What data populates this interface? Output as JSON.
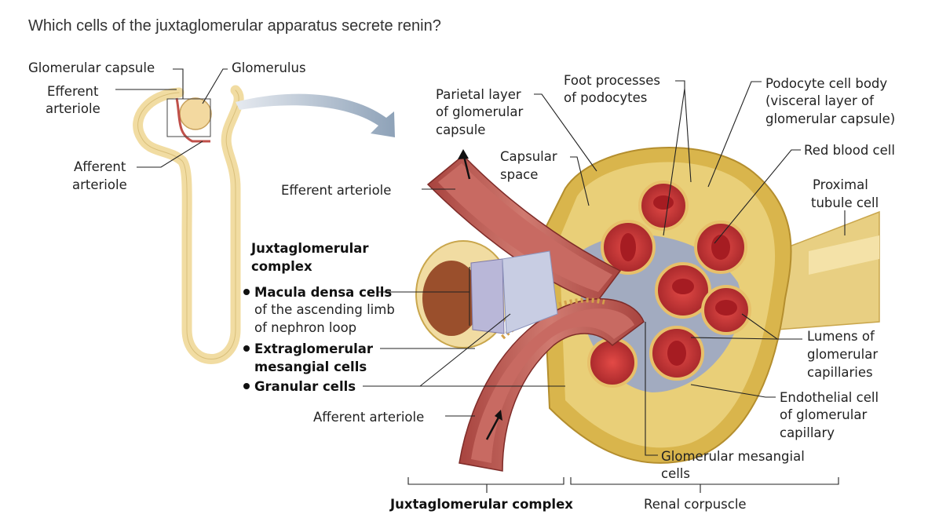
{
  "question": "Which cells of the juxtaglomerular apparatus secrete renin?",
  "diagram": {
    "nephron_labels": {
      "glomerular_capsule": "Glomerular capsule",
      "glomerulus": "Glomerulus",
      "efferent_arteriole_1": "Efferent",
      "efferent_arteriole_2": "arteriole",
      "afferent_arteriole_1": "Afferent",
      "afferent_arteriole_2": "arteriole"
    },
    "detail_labels": {
      "parietal_1": "Parietal layer",
      "parietal_2": "of glomerular",
      "parietal_3": "capsule",
      "foot_1": "Foot processes",
      "foot_2": "of podocytes",
      "podocyte_1": "Podocyte cell body",
      "podocyte_2": "(visceral layer of",
      "podocyte_3": "glomerular capsule)",
      "capsular_1": "Capsular",
      "capsular_2": "space",
      "rbc": "Red blood cell",
      "proximal_1": "Proximal",
      "proximal_2": "tubule cell",
      "efferent": "Efferent arteriole",
      "jg_complex_1": "Juxtaglomerular",
      "jg_complex_2": "complex",
      "macula_1": "Macula densa cells",
      "macula_2": "of the ascending limb",
      "macula_3": "of nephron loop",
      "extra_1": "Extraglomerular",
      "extra_2": "mesangial cells",
      "granular": "Granular cells",
      "lumens_1": "Lumens of",
      "lumens_2": "glomerular",
      "lumens_3": "capillaries",
      "endo_1": "Endothelial cell",
      "endo_2": "of glomerular",
      "endo_3": "capillary",
      "afferent": "Afferent arteriole",
      "mesangial_1": "Glomerular mesangial",
      "mesangial_2": "cells",
      "bracket_jg": "Juxtaglomerular complex",
      "bracket_rc": "Renal corpuscle"
    },
    "colors": {
      "capsule_yellow": "#e0bc4a",
      "arteriole_red": "#b5524c",
      "capillary_red": "#c9403e",
      "mesangial_blue": "#9aa6c8",
      "tubule_cream": "#f1dca2"
    }
  }
}
